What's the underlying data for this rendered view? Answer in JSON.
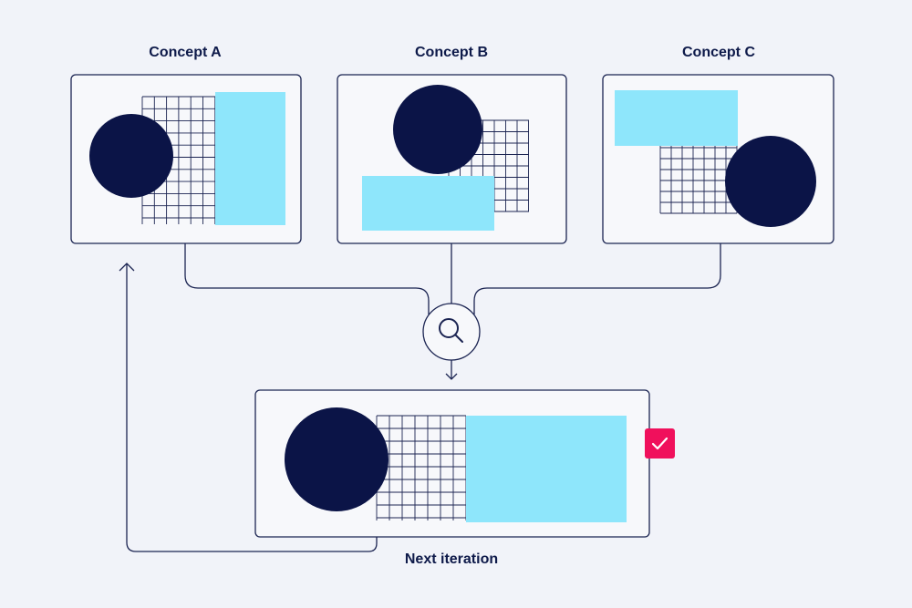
{
  "concepts": [
    {
      "label": "Concept A"
    },
    {
      "label": "Concept B"
    },
    {
      "label": "Concept C"
    }
  ],
  "result": {
    "label": "Next iteration",
    "badge_icon": "check-icon"
  },
  "icons": {
    "review": "magnifier-icon",
    "loop_arrow": "arrow-up-icon",
    "down_arrow": "arrow-down-icon"
  },
  "colors": {
    "background": "#f1f3f9",
    "card_fill": "#f7f8fb",
    "stroke": "#1b2452",
    "navy": "#0b1447",
    "cyan": "#8ee6fb",
    "accent": "#f0105c"
  }
}
